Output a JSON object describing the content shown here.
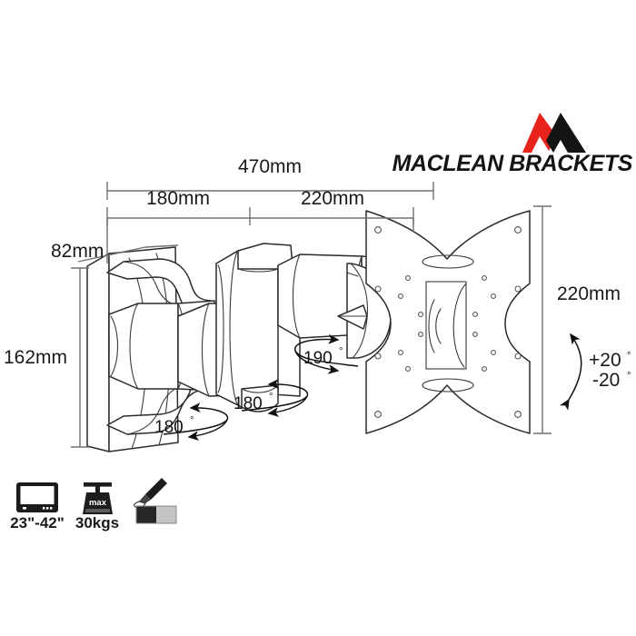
{
  "document": {
    "type": "product-dimension-diagram",
    "subject": "articulating tv wall mount bracket"
  },
  "brand": {
    "name": "MACLEAN BRACKETS",
    "mark_name": "maclean-m-logo",
    "color_primary": "#E8231C",
    "color_secondary": "#141414"
  },
  "dimensions": {
    "extension_total": "470mm",
    "extension_segment_first": "180mm",
    "extension_segment_second": "220mm",
    "wall_plate_depth": "82mm",
    "wall_plate_height": "162mm",
    "vesa_plate_height": "220mm"
  },
  "articulation": {
    "swivel_wall": "180",
    "swivel_mid": "180",
    "swivel_head": "190",
    "degree_symbol": "°",
    "tilt_up": "+20",
    "tilt_down": "-20",
    "tilt_degree_symbol": "°"
  },
  "specs": [
    {
      "icon": "tv-screen-icon",
      "label": "23\"-42\"",
      "meaning": "screen size range"
    },
    {
      "icon": "max-weight-scale-icon",
      "label": "30kgs",
      "badge": "max",
      "meaning": "maximum load"
    },
    {
      "icon": "paint-brush-icon",
      "label": "",
      "meaning": "available finishes",
      "swatch_dark": "#262626",
      "swatch_light": "#c4c4c4"
    }
  ]
}
